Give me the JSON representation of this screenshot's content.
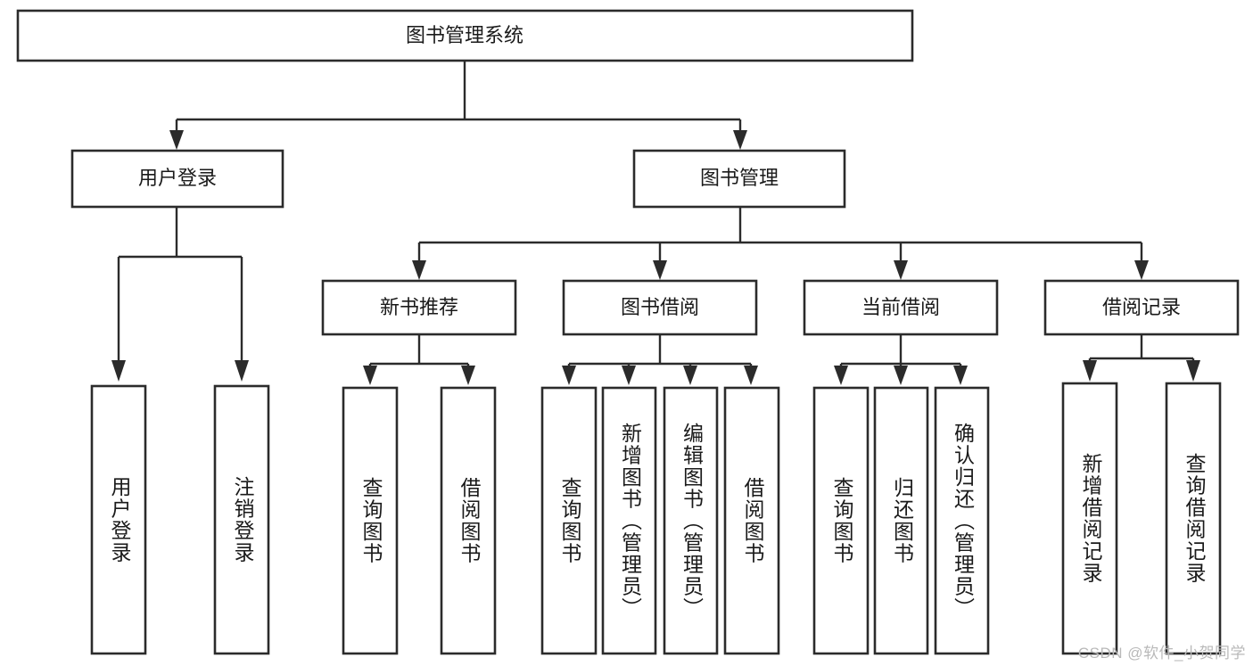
{
  "diagram": {
    "title": "图书管理系统",
    "watermark": "CSDN @软件_小贺同学",
    "type": "tree",
    "orientation": "top-down",
    "colors": {
      "box_fill": "#ffffff",
      "box_stroke": "#2b2b2b",
      "connector": "#2b2b2b",
      "text": "#1a1a1a",
      "watermark": "#b9b9b9",
      "background": "#ffffff"
    },
    "root": {
      "label": "图书管理系统",
      "level": 1
    },
    "level2": [
      {
        "label": "用户登录"
      },
      {
        "label": "图书管理"
      }
    ],
    "level3": [
      {
        "label": "新书推荐",
        "parent": "图书管理"
      },
      {
        "label": "图书借阅",
        "parent": "图书管理"
      },
      {
        "label": "当前借阅",
        "parent": "图书管理"
      },
      {
        "label": "借阅记录",
        "parent": "图书管理"
      }
    ],
    "leaves": {
      "user_login": [
        {
          "label": "用户登录"
        },
        {
          "label": "注销登录"
        }
      ],
      "new_book_recommend": [
        {
          "label": "查询图书"
        },
        {
          "label": "借阅图书"
        }
      ],
      "book_borrow": [
        {
          "label": "查询图书"
        },
        {
          "label": "新增图书（管理员）"
        },
        {
          "label": "编辑图书（管理员）"
        },
        {
          "label": "借阅图书"
        }
      ],
      "current_borrow": [
        {
          "label": "查询图书"
        },
        {
          "label": "归还图书"
        },
        {
          "label": "确认归还（管理员）"
        }
      ],
      "borrow_record": [
        {
          "label": "新增借阅记录"
        },
        {
          "label": "查询借阅记录"
        }
      ]
    }
  }
}
